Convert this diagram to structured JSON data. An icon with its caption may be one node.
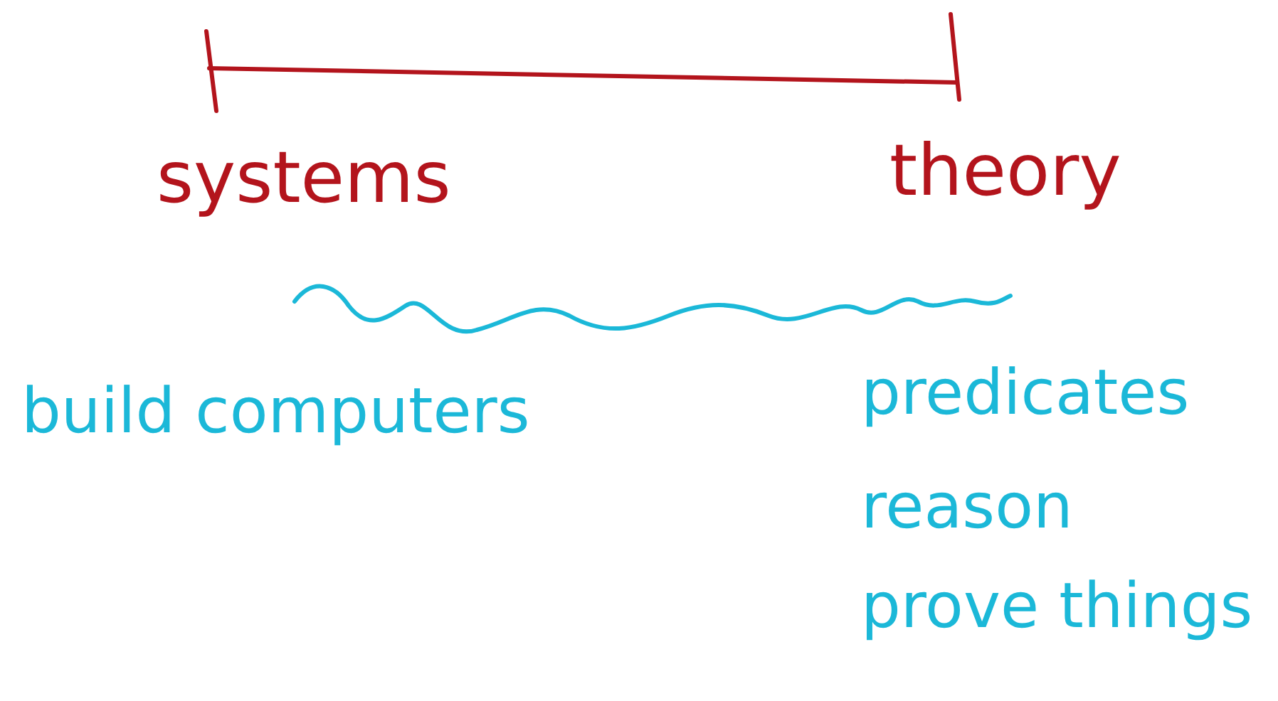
{
  "diagram": {
    "labels": [
      "systems",
      "theory",
      "build computers",
      "predicates",
      "reason",
      "prove things"
    ]
  }
}
